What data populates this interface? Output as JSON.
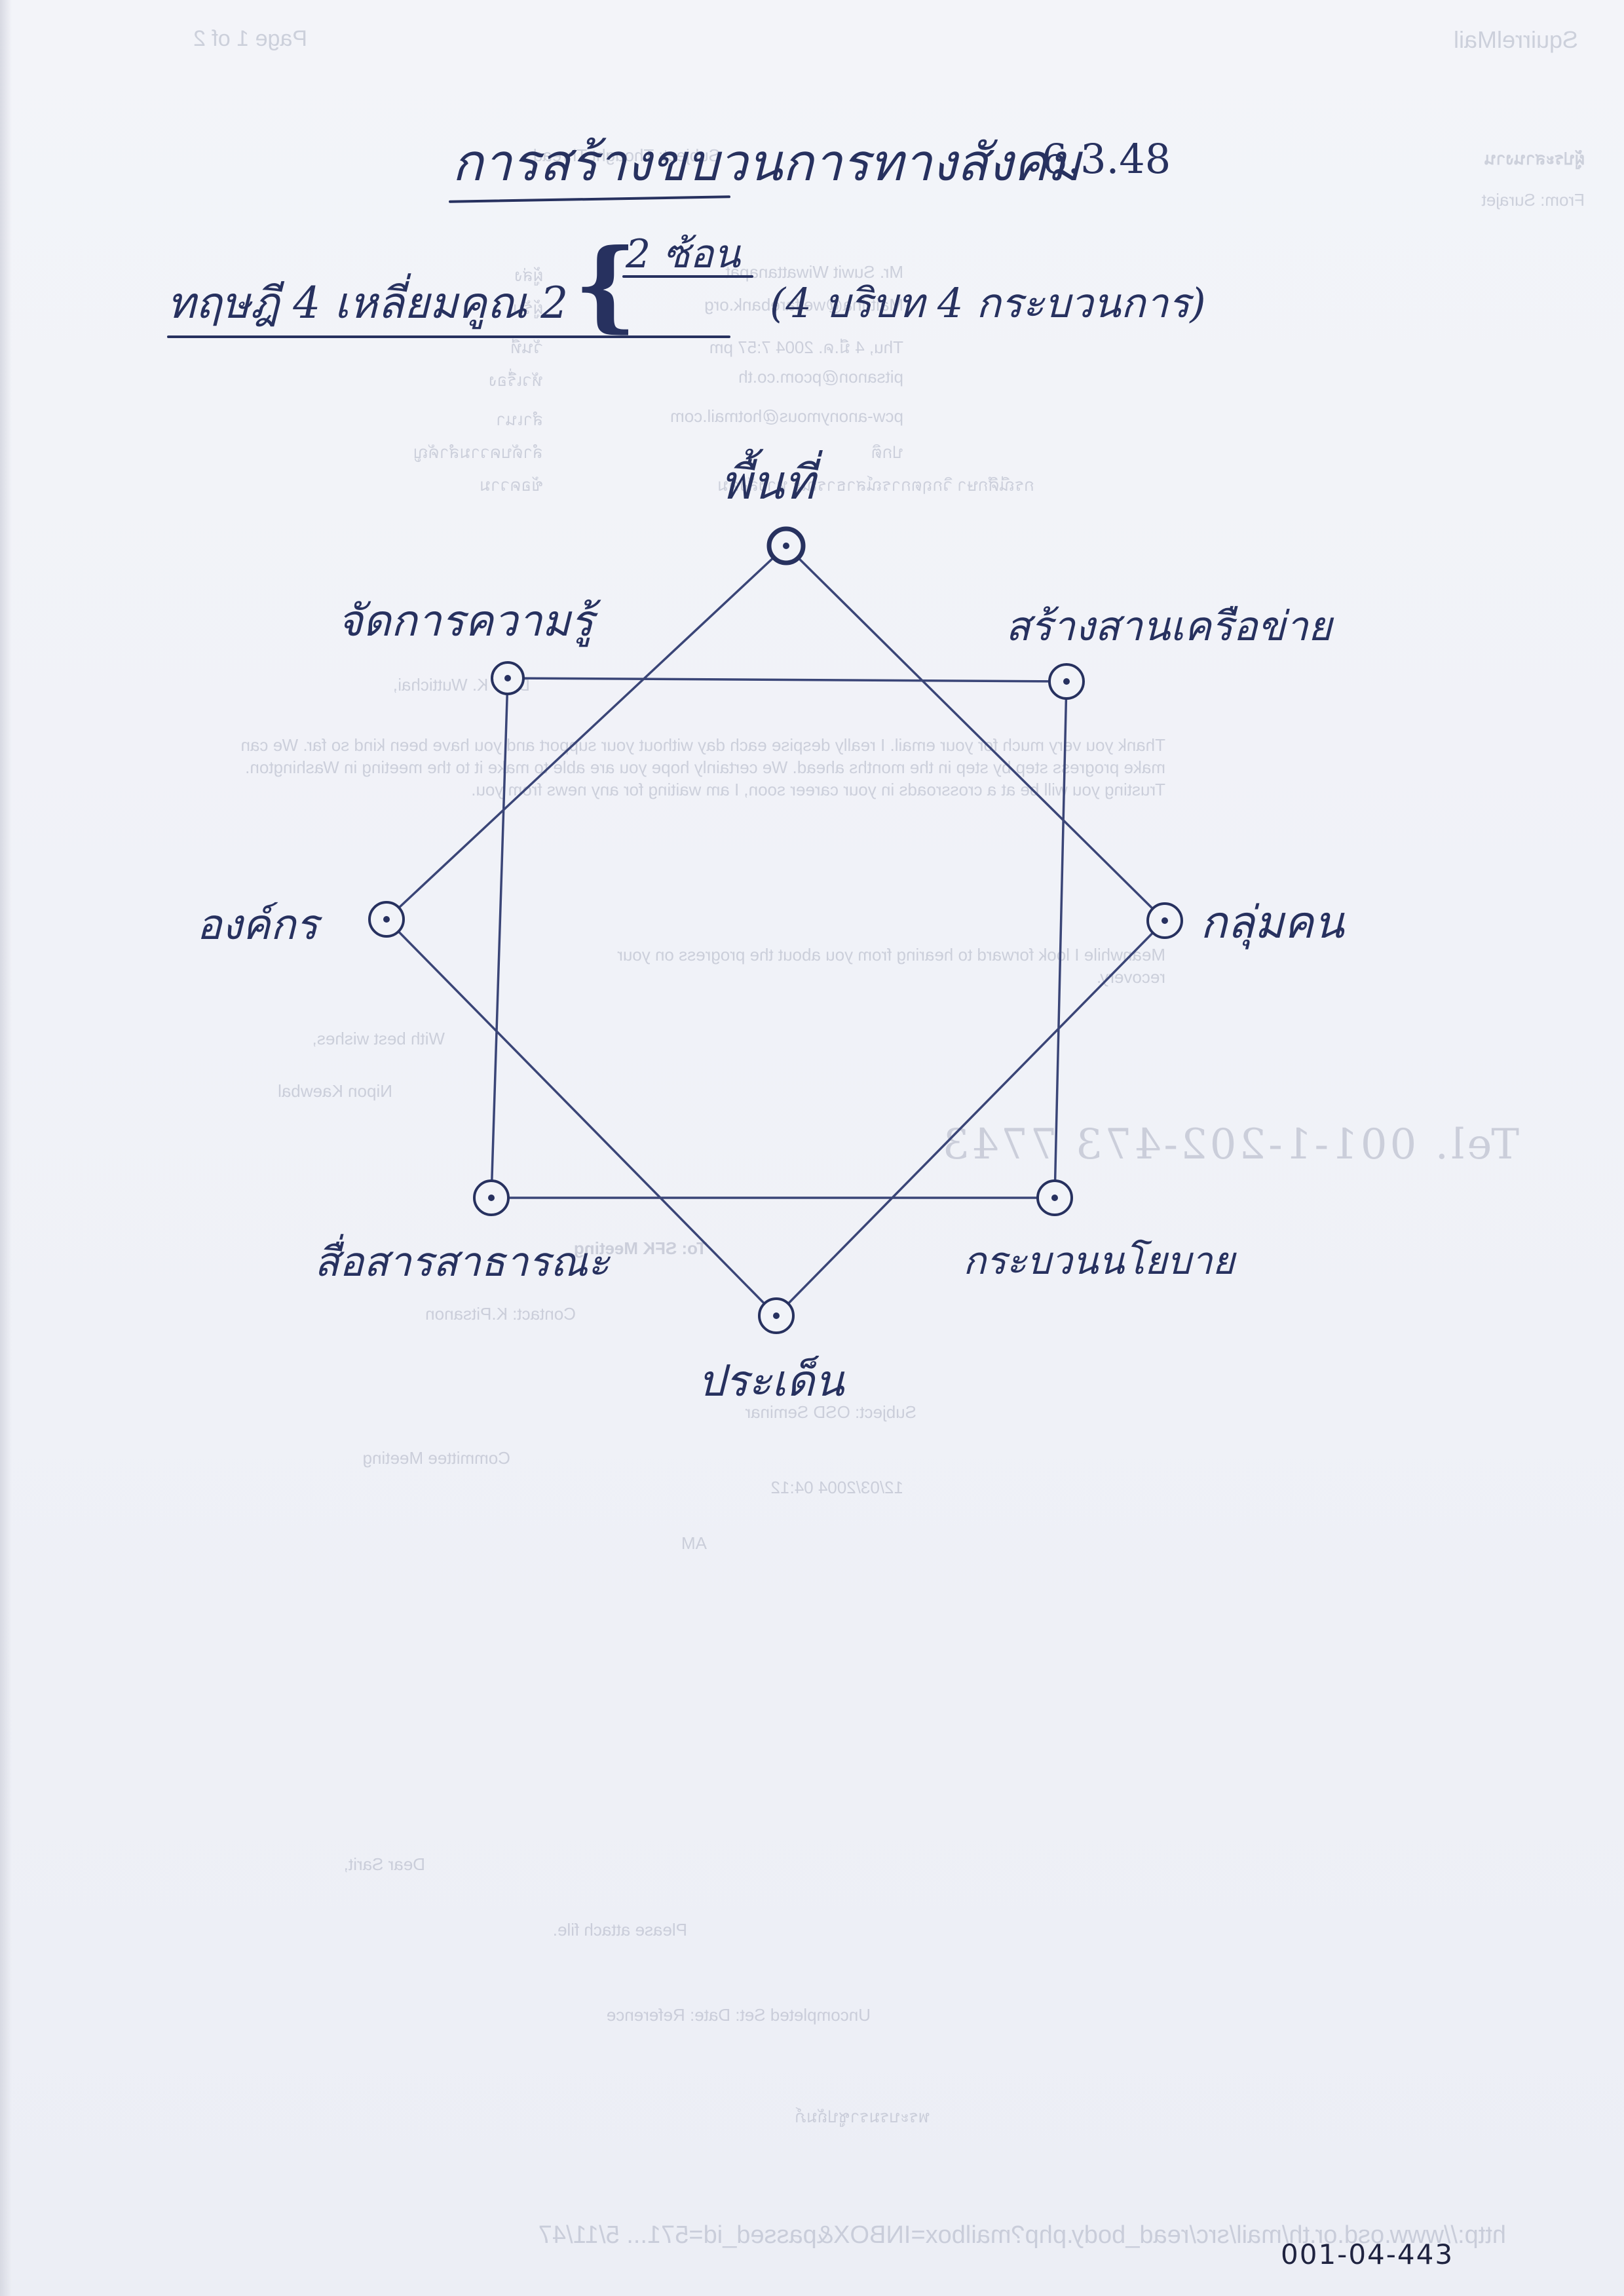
{
  "header": {
    "title": "การสร้างขบวนการทางสังคม",
    "date": "6.3.48",
    "theory_prefix": "ทฤษฎี 4 เหลี่ยมคูณ 2",
    "brace_label": "2 ซ้อน",
    "theory_note": "(4 บริบท 4 กระบวนการ)"
  },
  "diagram": {
    "nodes": {
      "top": "พื้นที่",
      "upper_left": "จัดการความรู้",
      "upper_right": "สร้างสานเครือข่าย",
      "left": "องค์กร",
      "right": "กลุ่มคน",
      "lower_left": "สื่อสารสาธารณะ",
      "lower_right": "กระบวนนโยบาย",
      "bottom": "ประเด็น"
    }
  },
  "bleed_through": {
    "top_left": "SquirrelMail",
    "top_right": "Page 1 of 2",
    "subject_line": "Subject: Thought Thread",
    "bold_header": "ผู้ประสานงาน",
    "from_label": "From: Surajet",
    "header_labels": [
      "ผู้ส่ง",
      "ผู้รับ",
      "วันที่",
      "หัวเรื่อง",
      "สำเนา",
      "ลำดับความสำคัญ",
      "ข้อความ"
    ],
    "header_values": [
      "Mr. Suwit Wiwattanapat",
      "Maitrina@welfarebank.org",
      "Thu, 4 มี.ค. 2004 7:57 pm",
      "pitsanon@pcom.co.th",
      "pcw-anonymous@hotmail.com",
      "ปกติ",
      "กรณีศึกษา วิกฤตการณ์สาธารณะ ทางสังคม"
    ],
    "greeting": "Dear K. Wuttichai,",
    "body_paragraph_1": "Thank you very much for your email. I really despise each day without your support and you have been kind so far. We can make progress step by step in the months ahead. We certainly hope you are able to make it to the meeting in Washington. Trusting you will be at a crossroads in your career soon, I am waiting for any news from you.",
    "body_paragraph_2": "Meanwhile I look forward to hearing from you about the progress on your recovery.",
    "closing": "With best wishes,",
    "signature": "Nipon Kaewbal",
    "phone_note": "Tel. 001-1-202-473 7743",
    "mid_block": [
      "To: SFK Meeting",
      "Contact: K.Pitsanon",
      "Subject: OSD Seminar",
      "Committee Meeting",
      "12/03/2004 04:12",
      "AM"
    ],
    "lower_lines": [
      "Dear Sarit,",
      "Please attach file.",
      "Uncompleted Set: Date: Reference",
      "พระบรมราชูปถัมภ์"
    ],
    "footer_url": "http://www.osd.or.th/mail/src/read_body.php?mailbox=INBOX&passed_id=571...   5/11/47"
  },
  "stamp": "001-04-443"
}
